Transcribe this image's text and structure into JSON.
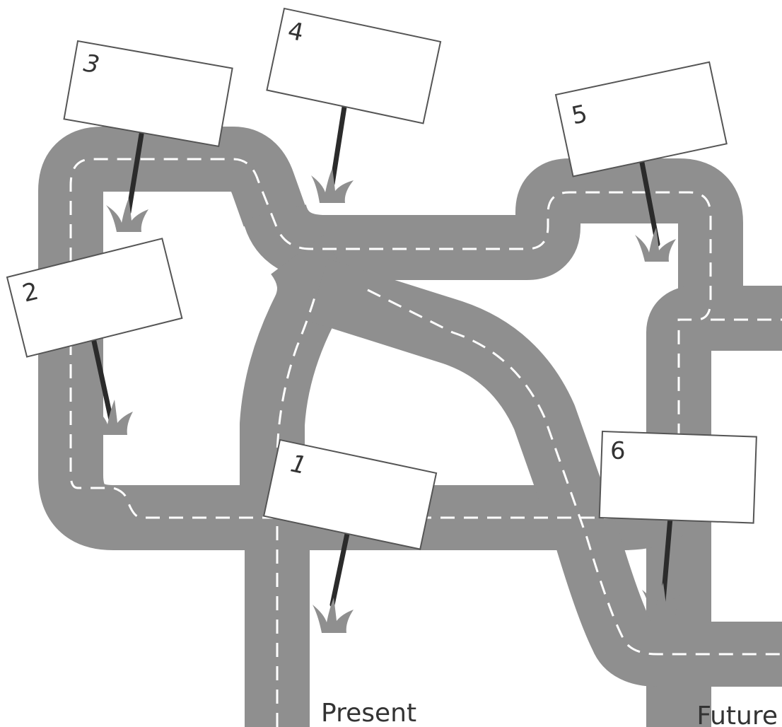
{
  "signs": [
    {
      "number": "1"
    },
    {
      "number": "2"
    },
    {
      "number": "3"
    },
    {
      "number": "4"
    },
    {
      "number": "5"
    },
    {
      "number": "6"
    }
  ],
  "labels": {
    "present": "Present",
    "future": "Future"
  }
}
